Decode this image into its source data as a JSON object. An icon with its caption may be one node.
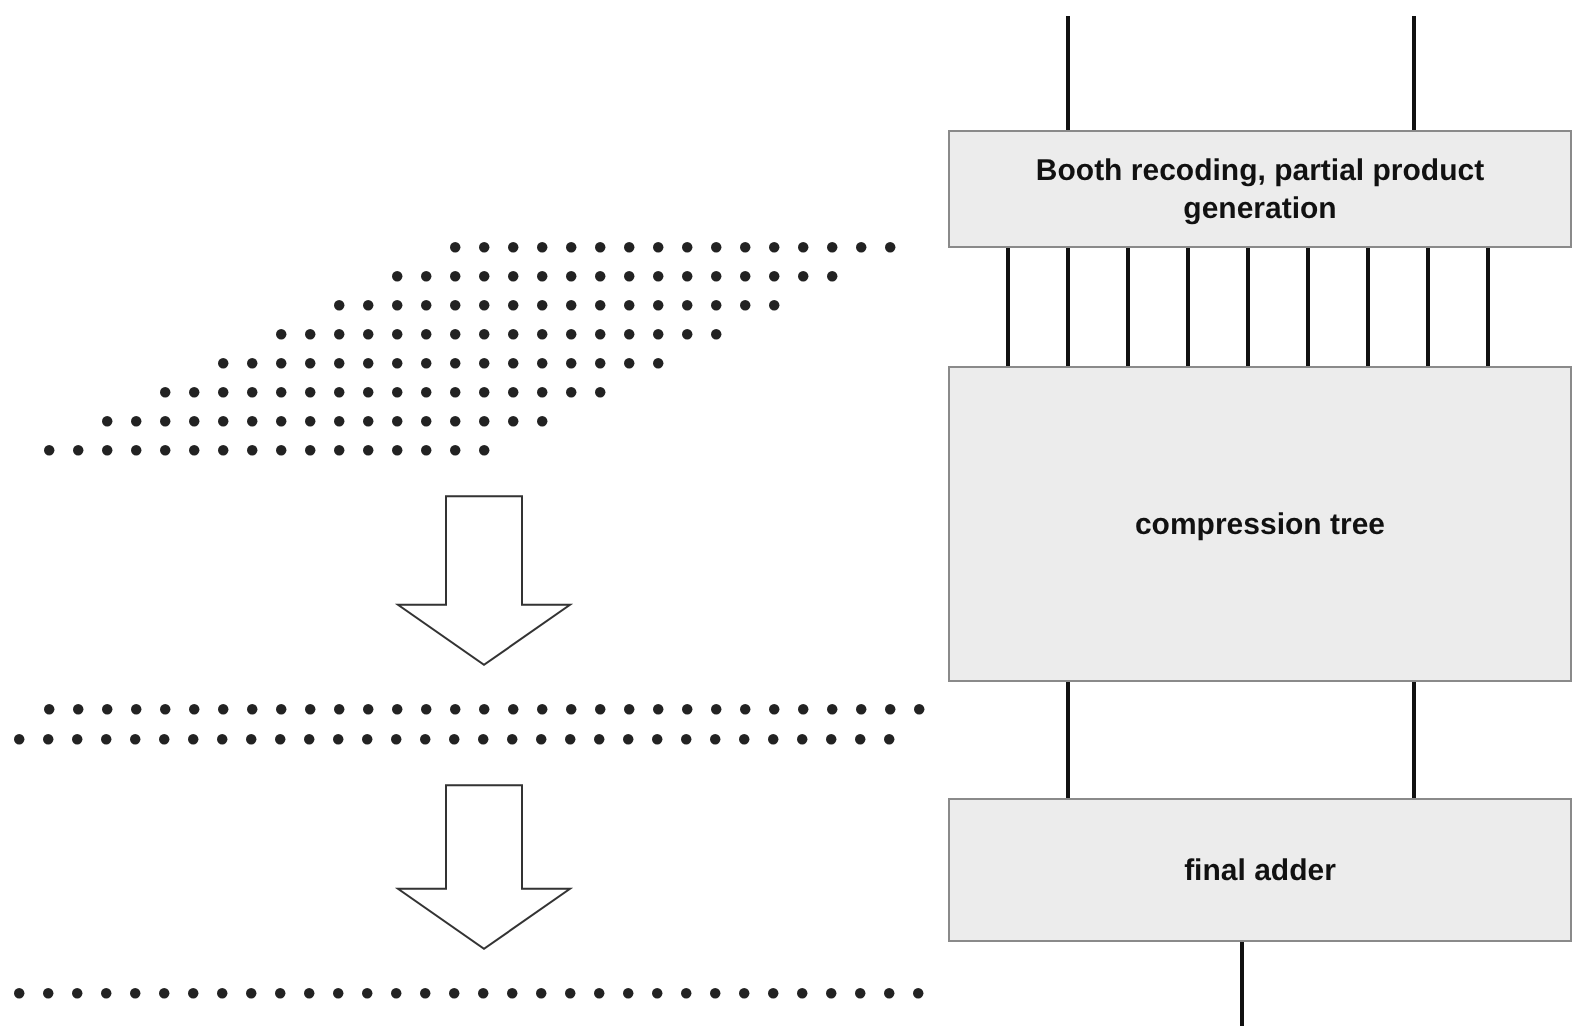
{
  "diagram": {
    "nodes": [
      {
        "text": [
          "Booth recoding, partial product generation"
        ]
      },
      {
        "text": [
          "compression tree"
        ]
      },
      {
        "text": [
          "final adder"
        ]
      },
      {
        "text": [],
        "shape": "dots"
      },
      {
        "text": [],
        "shape": "dots"
      },
      {
        "text": [],
        "shape": "dots"
      }
    ],
    "edges": [
      {
        "from": null,
        "to": 0,
        "arrow": "none"
      },
      {
        "from": null,
        "to": 0,
        "arrow": "none"
      },
      {
        "from": 0,
        "to": 1,
        "arrow": "none"
      },
      {
        "from": 0,
        "to": 1,
        "arrow": "none"
      },
      {
        "from": 0,
        "to": 1,
        "arrow": "none"
      },
      {
        "from": 0,
        "to": 1,
        "arrow": "none"
      },
      {
        "from": 0,
        "to": 1,
        "arrow": "none"
      },
      {
        "from": 0,
        "to": 1,
        "arrow": "none"
      },
      {
        "from": 0,
        "to": 1,
        "arrow": "none"
      },
      {
        "from": 0,
        "to": 1,
        "arrow": "none"
      },
      {
        "from": 0,
        "to": 1,
        "arrow": "none"
      },
      {
        "from": 1,
        "to": 2,
        "arrow": "none"
      },
      {
        "from": 1,
        "to": 2,
        "arrow": "none"
      },
      {
        "from": 2,
        "to": null,
        "arrow": "none"
      },
      {
        "from": 3,
        "to": 4,
        "arrow": "to"
      },
      {
        "from": 4,
        "to": 5,
        "arrow": "to"
      }
    ]
  }
}
